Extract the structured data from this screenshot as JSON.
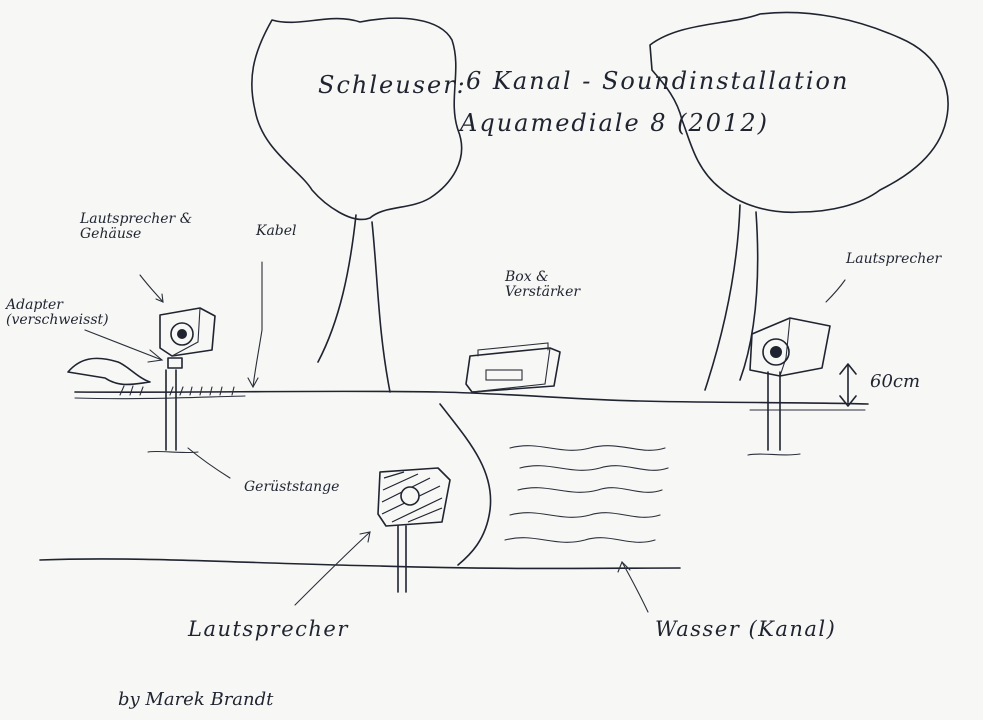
{
  "title": {
    "line1_left": "Schleuser:",
    "line1_right": "6 Kanal - Soundinstallation",
    "line2": "Aquamediale 8 (2012)"
  },
  "labels": {
    "lautsprecher_gehaeuse": "Lautsprecher & Gehäuse",
    "kabel": "Kabel",
    "adapter": "Adapter (verschweisst)",
    "box_verstaerker": "Box & Verstärker",
    "lautsprecher_right": "Lautsprecher",
    "height": "60cm",
    "geruststange": "Gerüststange",
    "lautsprecher_bottom": "Lautsprecher",
    "wasser": "Wasser (Kanal)"
  },
  "signature": "by Marek Brandt",
  "colors": {
    "ink": "#1f2430",
    "paper": "#f7f7f5"
  }
}
